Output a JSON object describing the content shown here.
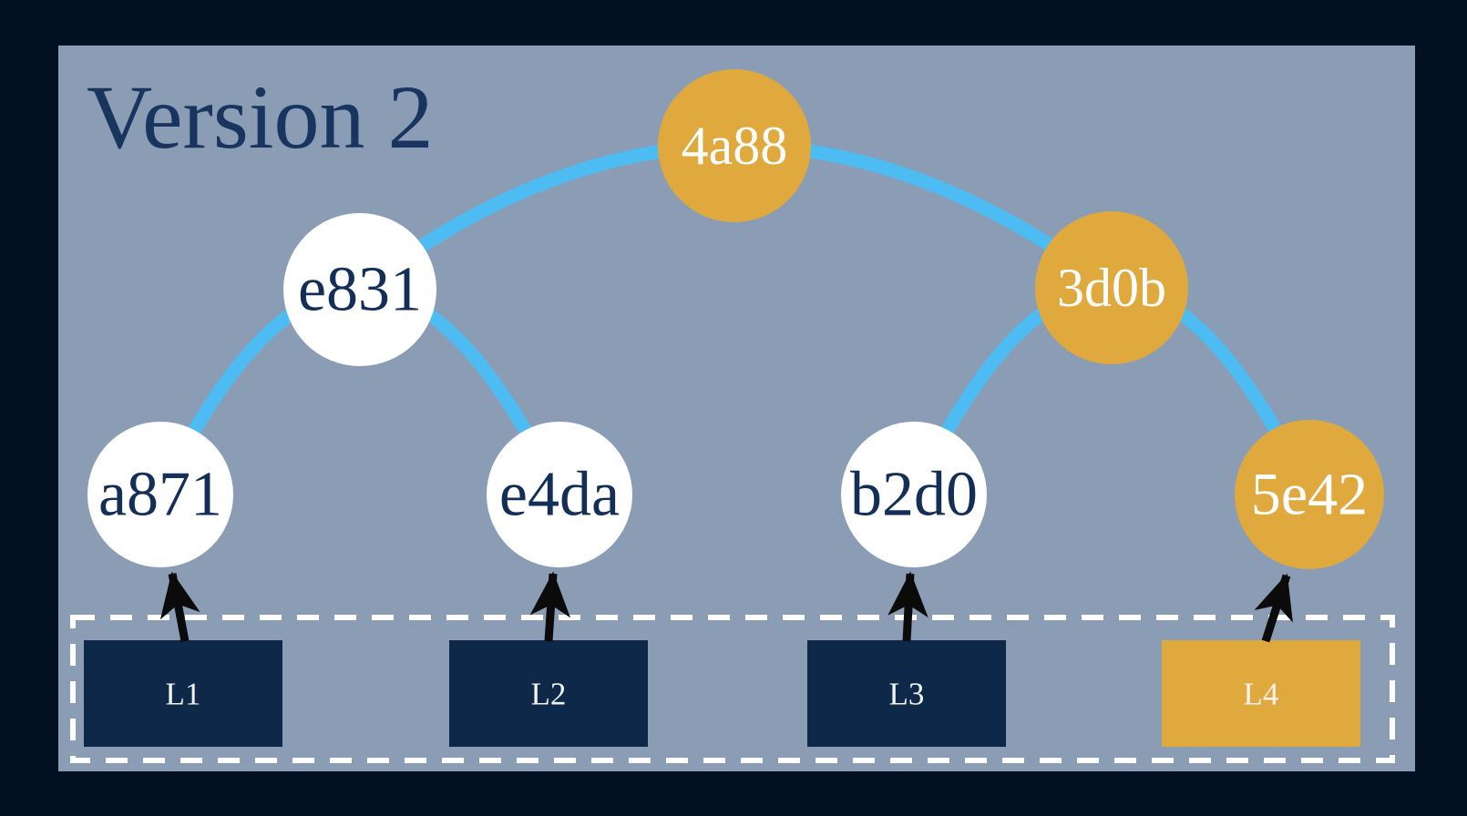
{
  "title": "Version 2",
  "colors": {
    "background_outer": "#031021",
    "panel": "#8b9db4",
    "gold": "#e0a93e",
    "navy_block": "#0d2849",
    "edge_blue": "#4cbcf2",
    "node_white": "#ffffff",
    "arrow_black": "#0b0b0b",
    "title_navy": "#183560",
    "node_text_navy": "#132e57",
    "node_text_white": "#ffffff",
    "dashed_border": "#ffffff"
  },
  "tree": {
    "nodes": [
      {
        "id": "root",
        "label": "4a88",
        "highlighted": true
      },
      {
        "id": "internal-left",
        "label": "e831",
        "highlighted": false
      },
      {
        "id": "internal-right",
        "label": "3d0b",
        "highlighted": true
      },
      {
        "id": "leaf-1",
        "label": "a871",
        "highlighted": false
      },
      {
        "id": "leaf-2",
        "label": "e4da",
        "highlighted": false
      },
      {
        "id": "leaf-3",
        "label": "b2d0",
        "highlighted": false
      },
      {
        "id": "leaf-4",
        "label": "5e42",
        "highlighted": true
      }
    ],
    "edges": [
      {
        "from": "e831",
        "to": "4a88"
      },
      {
        "from": "4a88",
        "to": "3d0b"
      },
      {
        "from": "a871",
        "to": "e831"
      },
      {
        "from": "e831",
        "to": "e4da"
      },
      {
        "from": "b2d0",
        "to": "3d0b"
      },
      {
        "from": "3d0b",
        "to": "5e42"
      }
    ],
    "data_blocks": [
      {
        "label": "L1",
        "highlighted": false,
        "hashes_to": "a871"
      },
      {
        "label": "L2",
        "highlighted": false,
        "hashes_to": "e4da"
      },
      {
        "label": "L3",
        "highlighted": false,
        "hashes_to": "b2d0"
      },
      {
        "label": "L4",
        "highlighted": true,
        "hashes_to": "5e42"
      }
    ]
  }
}
